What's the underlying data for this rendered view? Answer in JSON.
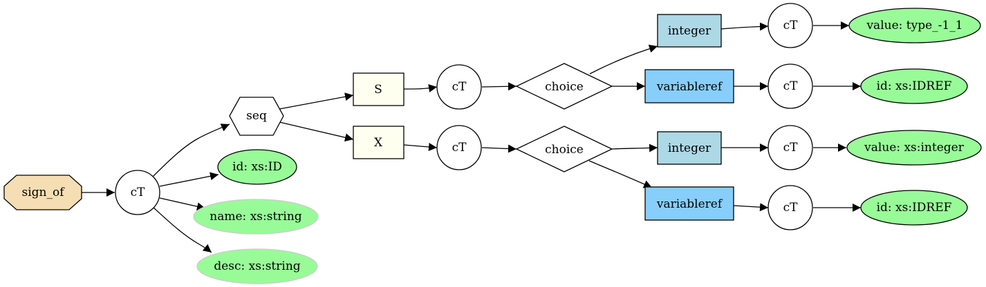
{
  "colors": {
    "root_fill": "#f5deb3",
    "element_fill": "#fffff0",
    "type_fill": "#add8e6",
    "ref_fill": "#87cefa",
    "required_attr_fill": "#98fb98",
    "optional_attr_stroke": "#cccccc",
    "node_fill": "#ffffff"
  },
  "nodes": {
    "root": "sign_of",
    "ct_root": "cT",
    "seq": "seq",
    "attr_id": "id: xs:ID",
    "attr_name": "name: xs:string",
    "attr_desc": "desc: xs:string",
    "elem_s": "S",
    "elem_x": "X",
    "ct_s": "cT",
    "ct_x": "cT",
    "choice_s": "choice",
    "choice_x": "choice",
    "integer_s": "integer",
    "varref_s": "variableref",
    "integer_x": "integer",
    "varref_x": "variableref",
    "ct_int_s": "cT",
    "ct_var_s": "cT",
    "ct_int_x": "cT",
    "ct_var_x": "cT",
    "val_int_s": "value: type_-1_1",
    "id_var_s": "id: xs:IDREF",
    "val_int_x": "value: xs:integer",
    "id_var_x": "id: xs:IDREF"
  }
}
